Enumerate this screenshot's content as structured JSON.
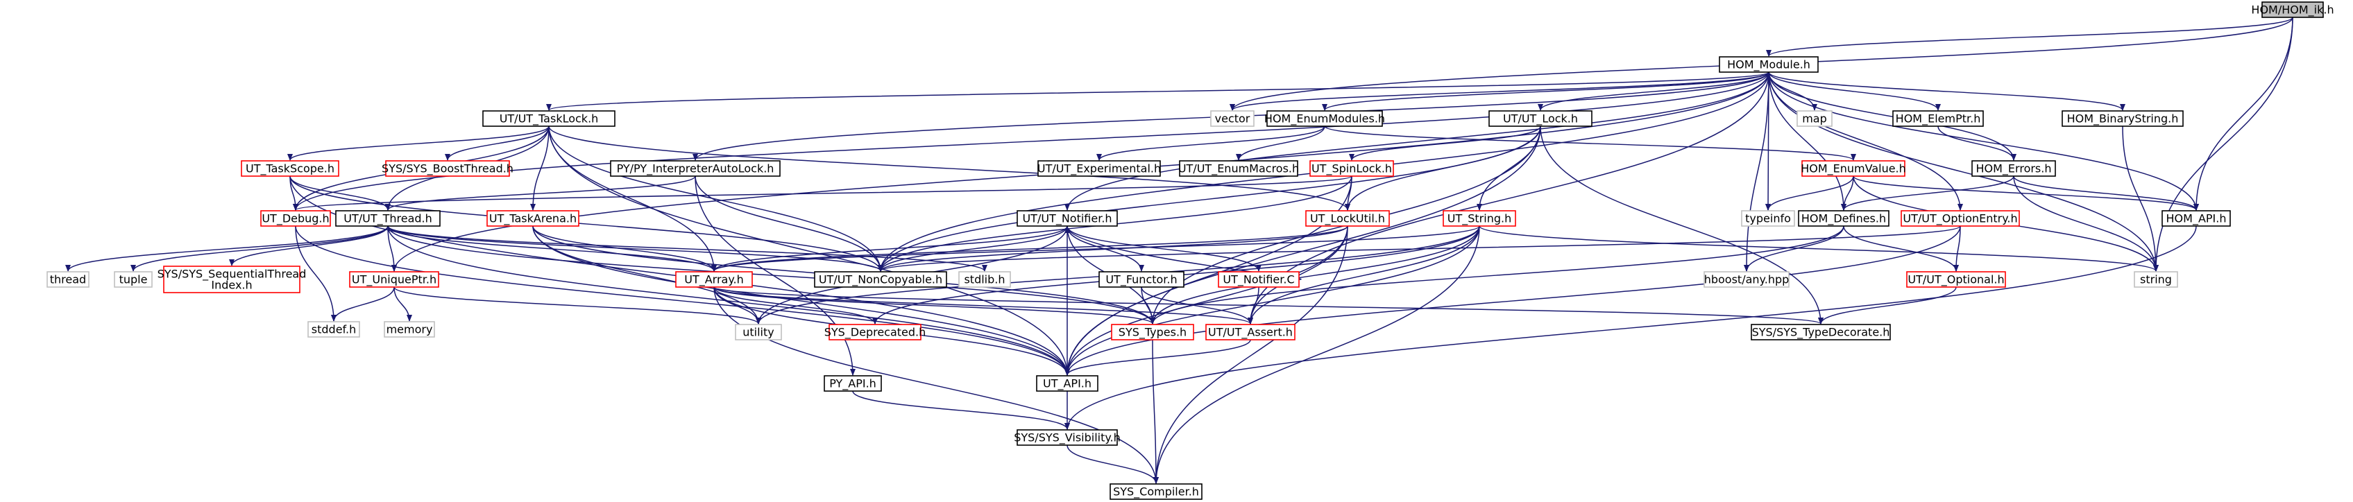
{
  "colors": {
    "edge": "#191970",
    "normal_border": "#000000",
    "red_border": "#ff0000",
    "gray_border": "#bfbfbf",
    "root_fill": "#bfbfbf",
    "fill": "#ffffff"
  },
  "nodes": [
    {
      "id": "root",
      "label": "HOM/HOM_ik.h",
      "style": "root"
    },
    {
      "id": "hommod",
      "label": "HOM_Module.h",
      "style": "normal"
    },
    {
      "id": "vector",
      "label": "vector",
      "style": "gray"
    },
    {
      "id": "tasklock",
      "label": "UT/UT_TaskLock.h",
      "style": "normal"
    },
    {
      "id": "enummods",
      "label": "HOM_EnumModules.h",
      "style": "normal"
    },
    {
      "id": "utlock",
      "label": "UT/UT_Lock.h",
      "style": "normal"
    },
    {
      "id": "map",
      "label": "map",
      "style": "gray"
    },
    {
      "id": "elemptr",
      "label": "HOM_ElemPtr.h",
      "style": "normal"
    },
    {
      "id": "binstr",
      "label": "HOM_BinaryString.h",
      "style": "normal"
    },
    {
      "id": "taskscope",
      "label": "UT_TaskScope.h",
      "style": "red"
    },
    {
      "id": "boostthread",
      "label": "SYS/SYS_BoostThread.h",
      "style": "red"
    },
    {
      "id": "pyinterp",
      "label": "PY/PY_InterpreterAutoLock.h",
      "style": "normal"
    },
    {
      "id": "experimental",
      "label": "UT/UT_Experimental.h",
      "style": "normal"
    },
    {
      "id": "enummacros",
      "label": "UT/UT_EnumMacros.h",
      "style": "normal"
    },
    {
      "id": "spinlock",
      "label": "UT_SpinLock.h",
      "style": "red"
    },
    {
      "id": "enumvalue",
      "label": "HOM_EnumValue.h",
      "style": "red"
    },
    {
      "id": "errors",
      "label": "HOM_Errors.h",
      "style": "normal"
    },
    {
      "id": "debug",
      "label": "UT_Debug.h",
      "style": "red"
    },
    {
      "id": "utthread",
      "label": "UT/UT_Thread.h",
      "style": "normal"
    },
    {
      "id": "taskarena",
      "label": "UT_TaskArena.h",
      "style": "red"
    },
    {
      "id": "notifier",
      "label": "UT/UT_Notifier.h",
      "style": "normal"
    },
    {
      "id": "lockutil",
      "label": "UT_LockUtil.h",
      "style": "red"
    },
    {
      "id": "utstring",
      "label": "UT_String.h",
      "style": "red"
    },
    {
      "id": "typeinfo",
      "label": "typeinfo",
      "style": "gray"
    },
    {
      "id": "defines",
      "label": "HOM_Defines.h",
      "style": "normal"
    },
    {
      "id": "optionentry",
      "label": "UT/UT_OptionEntry.h",
      "style": "red"
    },
    {
      "id": "homapi",
      "label": "HOM_API.h",
      "style": "normal"
    },
    {
      "id": "thread",
      "label": "thread",
      "style": "gray"
    },
    {
      "id": "tuple",
      "label": "tuple",
      "style": "gray"
    },
    {
      "id": "seqthread",
      "label": "SYS/SYS_SequentialThread\nIndex.h",
      "style": "red"
    },
    {
      "id": "uniqueptr",
      "label": "UT_UniquePtr.h",
      "style": "red"
    },
    {
      "id": "utarray",
      "label": "UT_Array.h",
      "style": "red"
    },
    {
      "id": "noncopy",
      "label": "UT/UT_NonCopyable.h",
      "style": "normal"
    },
    {
      "id": "stdlib",
      "label": "stdlib.h",
      "style": "gray"
    },
    {
      "id": "functor",
      "label": "UT_Functor.h",
      "style": "normal"
    },
    {
      "id": "notifierc",
      "label": "UT_Notifier.C",
      "style": "red"
    },
    {
      "id": "hboost",
      "label": "hboost/any.hpp",
      "style": "gray"
    },
    {
      "id": "optional",
      "label": "UT/UT_Optional.h",
      "style": "red"
    },
    {
      "id": "string",
      "label": "string",
      "style": "gray"
    },
    {
      "id": "stddef",
      "label": "stddef.h",
      "style": "gray"
    },
    {
      "id": "memory",
      "label": "memory",
      "style": "gray"
    },
    {
      "id": "utility",
      "label": "utility",
      "style": "gray"
    },
    {
      "id": "deprecated",
      "label": "SYS_Deprecated.h",
      "style": "red"
    },
    {
      "id": "systypes",
      "label": "SYS_Types.h",
      "style": "red"
    },
    {
      "id": "utassert",
      "label": "UT/UT_Assert.h",
      "style": "red"
    },
    {
      "id": "typedecorate",
      "label": "SYS/SYS_TypeDecorate.h",
      "style": "normal"
    },
    {
      "id": "pyapi",
      "label": "PY_API.h",
      "style": "normal"
    },
    {
      "id": "utapi",
      "label": "UT_API.h",
      "style": "normal"
    },
    {
      "id": "visibility",
      "label": "SYS/SYS_Visibility.h",
      "style": "normal"
    },
    {
      "id": "compiler",
      "label": "SYS_Compiler.h",
      "style": "normal"
    }
  ],
  "edges": [
    [
      "root",
      "hommod"
    ],
    [
      "root",
      "vector"
    ],
    [
      "root",
      "homapi"
    ],
    [
      "root",
      "string"
    ],
    [
      "hommod",
      "vector"
    ],
    [
      "hommod",
      "tasklock"
    ],
    [
      "hommod",
      "enummods"
    ],
    [
      "hommod",
      "utlock"
    ],
    [
      "hommod",
      "map"
    ],
    [
      "hommod",
      "elemptr"
    ],
    [
      "hommod",
      "binstr"
    ],
    [
      "hommod",
      "errors"
    ],
    [
      "hommod",
      "defines"
    ],
    [
      "hommod",
      "homapi"
    ],
    [
      "hommod",
      "string"
    ],
    [
      "hommod",
      "typeinfo"
    ],
    [
      "hommod",
      "hboost"
    ],
    [
      "hommod",
      "optionentry"
    ],
    [
      "hommod",
      "pyinterp"
    ],
    [
      "hommod",
      "noncopy"
    ],
    [
      "hommod",
      "notifier"
    ],
    [
      "hommod",
      "uniqueptr"
    ],
    [
      "hommod",
      "utassert"
    ],
    [
      "hommod",
      "debug"
    ],
    [
      "tasklock",
      "taskscope"
    ],
    [
      "tasklock",
      "boostthread"
    ],
    [
      "tasklock",
      "utthread"
    ],
    [
      "tasklock",
      "taskarena"
    ],
    [
      "tasklock",
      "utarray"
    ],
    [
      "tasklock",
      "noncopy"
    ],
    [
      "tasklock",
      "lockutil"
    ],
    [
      "tasklock",
      "debug"
    ],
    [
      "tasklock",
      "utapi"
    ],
    [
      "enummods",
      "experimental"
    ],
    [
      "enummods",
      "enummacros"
    ],
    [
      "enummods",
      "enumvalue"
    ],
    [
      "utlock",
      "spinlock"
    ],
    [
      "utlock",
      "lockutil"
    ],
    [
      "utlock",
      "utstring"
    ],
    [
      "utlock",
      "typedecorate"
    ],
    [
      "utlock",
      "utapi"
    ],
    [
      "utlock",
      "systypes"
    ],
    [
      "utlock",
      "noncopy"
    ],
    [
      "elemptr",
      "errors"
    ],
    [
      "binstr",
      "string"
    ],
    [
      "taskscope",
      "debug"
    ],
    [
      "taskscope",
      "utthread"
    ],
    [
      "taskscope",
      "noncopy"
    ],
    [
      "taskscope",
      "utapi"
    ],
    [
      "pyinterp",
      "utthread"
    ],
    [
      "pyinterp",
      "noncopy"
    ],
    [
      "pyinterp",
      "pyapi"
    ],
    [
      "spinlock",
      "lockutil"
    ],
    [
      "spinlock",
      "noncopy"
    ],
    [
      "spinlock",
      "utapi"
    ],
    [
      "spinlock",
      "debug"
    ],
    [
      "enumvalue",
      "defines"
    ],
    [
      "enumvalue",
      "typeinfo"
    ],
    [
      "enumvalue",
      "homapi"
    ],
    [
      "enumvalue",
      "string"
    ],
    [
      "errors",
      "defines"
    ],
    [
      "errors",
      "homapi"
    ],
    [
      "errors",
      "string"
    ],
    [
      "debug",
      "utapi"
    ],
    [
      "debug",
      "stddef"
    ],
    [
      "utthread",
      "thread"
    ],
    [
      "utthread",
      "tuple"
    ],
    [
      "utthread",
      "seqthread"
    ],
    [
      "utthread",
      "uniqueptr"
    ],
    [
      "utthread",
      "utarray"
    ],
    [
      "utthread",
      "noncopy"
    ],
    [
      "utthread",
      "stdlib"
    ],
    [
      "utthread",
      "systypes"
    ],
    [
      "utthread",
      "utapi"
    ],
    [
      "taskarena",
      "utarray"
    ],
    [
      "taskarena",
      "utility"
    ],
    [
      "taskarena",
      "systypes"
    ],
    [
      "taskarena",
      "utapi"
    ],
    [
      "notifier",
      "utarray"
    ],
    [
      "notifier",
      "noncopy"
    ],
    [
      "notifier",
      "functor"
    ],
    [
      "notifier",
      "notifierc"
    ],
    [
      "notifier",
      "systypes"
    ],
    [
      "notifier",
      "utapi"
    ],
    [
      "notifier",
      "utility"
    ],
    [
      "lockutil",
      "noncopy"
    ],
    [
      "lockutil",
      "utarray"
    ],
    [
      "lockutil",
      "utassert"
    ],
    [
      "lockutil",
      "utapi"
    ],
    [
      "lockutil",
      "compiler"
    ],
    [
      "utstring",
      "utarray"
    ],
    [
      "utstring",
      "string"
    ],
    [
      "utstring",
      "utassert"
    ],
    [
      "utstring",
      "systypes"
    ],
    [
      "utstring",
      "utapi"
    ],
    [
      "utstring",
      "utility"
    ],
    [
      "utstring",
      "deprecated"
    ],
    [
      "utstring",
      "compiler"
    ],
    [
      "defines",
      "hboost"
    ],
    [
      "defines",
      "systypes"
    ],
    [
      "defines",
      "optional"
    ],
    [
      "optionentry",
      "optional"
    ],
    [
      "optionentry",
      "utapi"
    ],
    [
      "optionentry",
      "noncopy"
    ],
    [
      "homapi",
      "visibility"
    ],
    [
      "uniqueptr",
      "stddef"
    ],
    [
      "uniqueptr",
      "memory"
    ],
    [
      "uniqueptr",
      "utility"
    ],
    [
      "utarray",
      "utility"
    ],
    [
      "utarray",
      "deprecated"
    ],
    [
      "utarray",
      "systypes"
    ],
    [
      "utarray",
      "utassert"
    ],
    [
      "utarray",
      "utapi"
    ],
    [
      "utarray",
      "compiler"
    ],
    [
      "utarray",
      "typedecorate"
    ],
    [
      "functor",
      "systypes"
    ],
    [
      "functor",
      "utassert"
    ],
    [
      "notifierc",
      "utassert"
    ],
    [
      "notifierc",
      "notifier"
    ],
    [
      "optional",
      "typedecorate"
    ],
    [
      "systypes",
      "compiler"
    ],
    [
      "utassert",
      "utapi"
    ],
    [
      "pyapi",
      "visibility"
    ],
    [
      "utapi",
      "visibility"
    ],
    [
      "visibility",
      "compiler"
    ]
  ]
}
